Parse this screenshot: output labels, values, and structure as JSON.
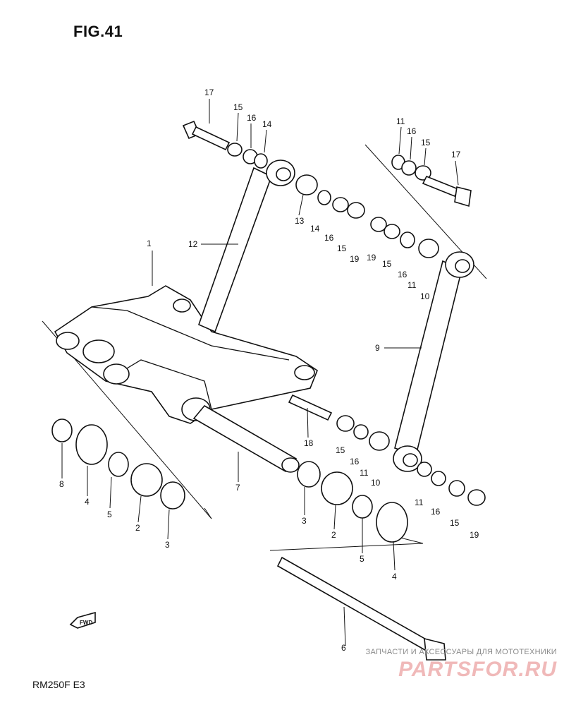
{
  "figure": {
    "title": "FIG.41",
    "model": "RM250F  E3",
    "fwd_label": "FWD"
  },
  "callouts": [
    "17",
    "15",
    "16",
    "14",
    "11",
    "16",
    "15",
    "17",
    "13",
    "14",
    "16",
    "15",
    "19",
    "19",
    "15",
    "16",
    "11",
    "10",
    "1",
    "12",
    "9",
    "8",
    "4",
    "5",
    "2",
    "3",
    "7",
    "3",
    "2",
    "5",
    "4",
    "18",
    "15",
    "16",
    "11",
    "10",
    "11",
    "16",
    "15",
    "19",
    "6"
  ],
  "watermark": {
    "caption": "ЗАПЧАСТИ И АКСЕССУАРЫ ДЛЯ МОТОТЕХНИКИ",
    "brand": "PARTSFOR.RU"
  }
}
